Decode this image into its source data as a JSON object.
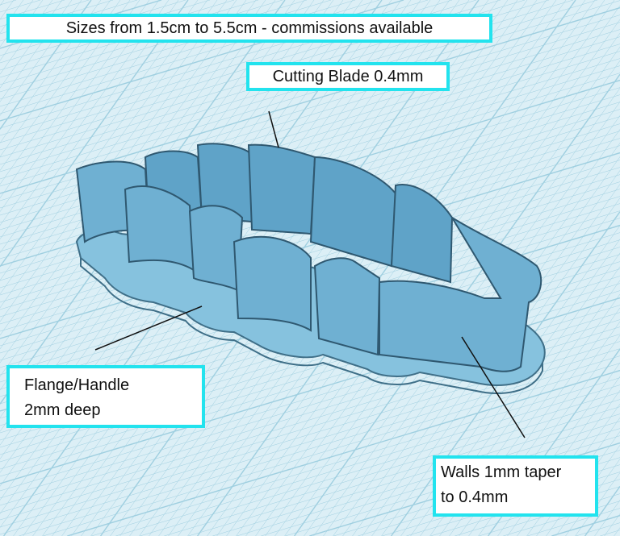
{
  "labels": {
    "sizes": "Sizes from 1.5cm to 5.5cm - commissions available",
    "blade": "Cutting Blade 0.4mm",
    "flange_line1": "Flange/Handle",
    "flange_line2": "2mm deep",
    "walls_line1": "Walls 1mm taper",
    "walls_line2": "to 0.4mm"
  },
  "colors": {
    "grid_background": "#dcefF6",
    "label_border": "#22e3ee",
    "cutter_blue": "#7fbcdc"
  }
}
